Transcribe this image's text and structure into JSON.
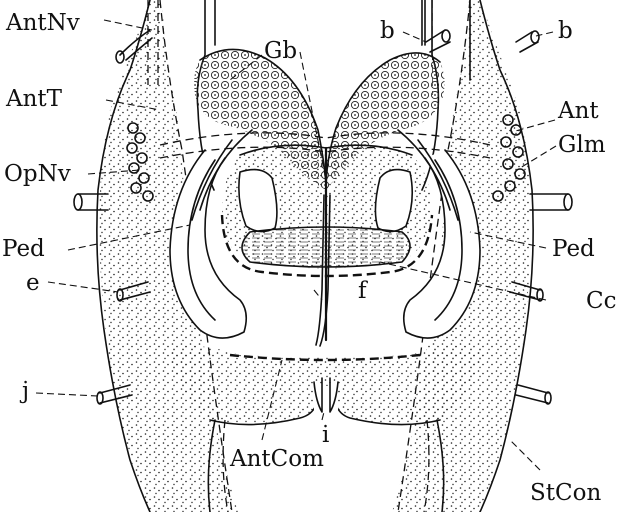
{
  "labels": {
    "antnv": "AntNv",
    "antt": "AntT",
    "opnv": "OpNv",
    "ped_left": "Ped",
    "e": "e",
    "j": "j",
    "gb": "Gb",
    "b_center": "b",
    "b_right": "b",
    "ant": "Ant",
    "glm": "Glm",
    "ped_right": "Ped",
    "cc": "Cc",
    "f": "f",
    "i": "i",
    "antcom": "AntCom",
    "stcon": "StCon"
  },
  "colors": {
    "ink": "#111111",
    "paper": "#ffffff"
  }
}
